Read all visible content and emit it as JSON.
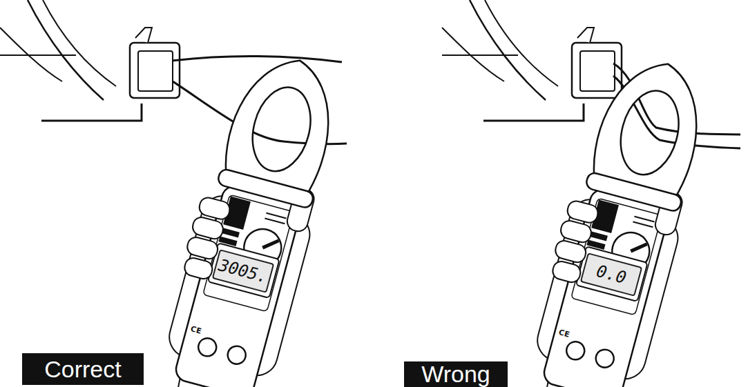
{
  "diagram": {
    "nodes": [
      {
        "text": [
          "3005."
        ]
      },
      {
        "text": [
          "Correct"
        ]
      },
      {
        "text": [
          "0.0"
        ]
      },
      {
        "text": [
          "Wrong"
        ]
      }
    ],
    "labels": [
      "CE",
      "CE"
    ]
  }
}
